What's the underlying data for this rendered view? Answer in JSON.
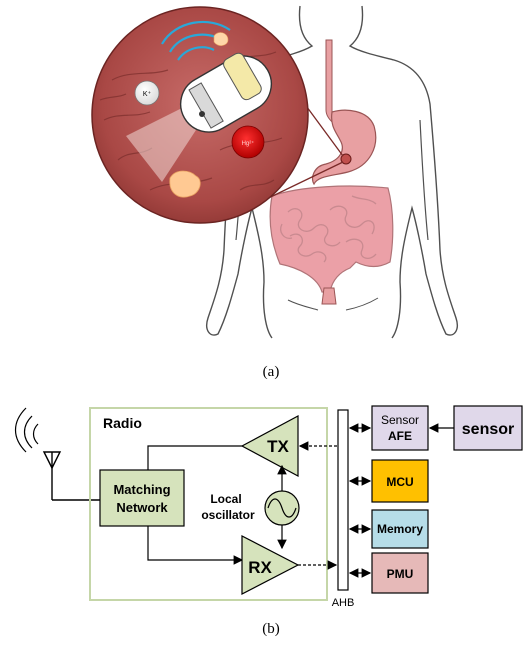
{
  "figure_a": {
    "caption": "(a)",
    "capsule_labels": {
      "potassium": "K⁺",
      "mercury": "Hg²⁺"
    },
    "colors": {
      "magnifier": "#b55653",
      "stomach": "#e8a0a2",
      "intestine": "#eba0a7",
      "body_outline": "#505050"
    }
  },
  "figure_b": {
    "caption": "(b)",
    "radio_label": "Radio",
    "matching_network": {
      "line1": "Matching",
      "line2": "Network"
    },
    "tx_label": "TX",
    "rx_label": "RX",
    "local_oscillator": {
      "line1": "Local",
      "line2": "oscillator"
    },
    "bus_label": "AHB",
    "sensor_afe": {
      "line1": "Sensor",
      "line2": "AFE"
    },
    "sensor_label": "sensor",
    "mcu_label": "MCU",
    "memory_label": "Memory",
    "pmu_label": "PMU",
    "colors": {
      "radio_border": "#c5d6a8",
      "green_block": "#d6e3bc",
      "mcu": "#ffc000",
      "memory": "#b6dde8",
      "pmu": "#e6b9b8",
      "sensor_blocks": "#e0d8ea"
    }
  }
}
